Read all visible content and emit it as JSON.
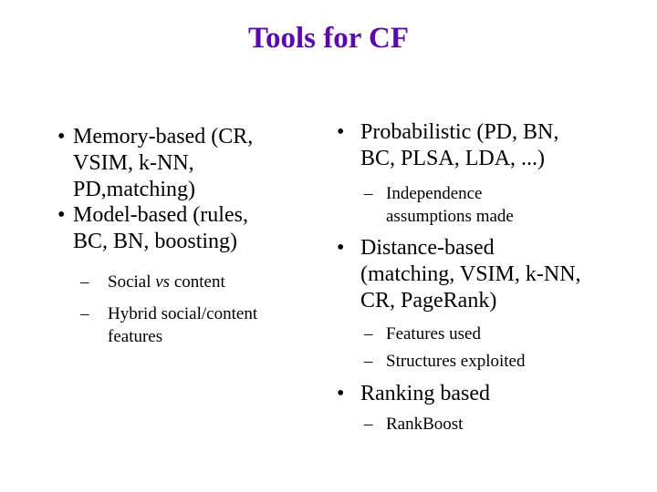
{
  "title": "Tools for CF",
  "title_color": "#5a0aa8",
  "markers": {
    "bullet": "•",
    "dash": "–"
  },
  "left": {
    "memory": {
      "l1": "Memory-based (CR,",
      "l2": "VSIM, k-NN,",
      "l3": "PD,matching)"
    },
    "model": {
      "l1": "Model-based (rules,",
      "l2": "BC, BN, boosting)"
    },
    "social": {
      "pre": "Social ",
      "vs": "vs",
      "post": " content"
    },
    "hybrid": {
      "l1": "Hybrid social/content",
      "l2": "features"
    }
  },
  "right": {
    "probabilistic": {
      "l1": "Probabilistic (PD, BN,",
      "l2": "BC, PLSA, LDA, ...)"
    },
    "independence": {
      "l1": "Independence",
      "l2": "assumptions made"
    },
    "distance": {
      "l1": "Distance-based",
      "l2": "(matching, VSIM, k-NN,",
      "l3": "CR, PageRank)"
    },
    "features": "Features used",
    "structures": "Structures exploited",
    "ranking": "Ranking based",
    "rankboost": "RankBoost"
  }
}
